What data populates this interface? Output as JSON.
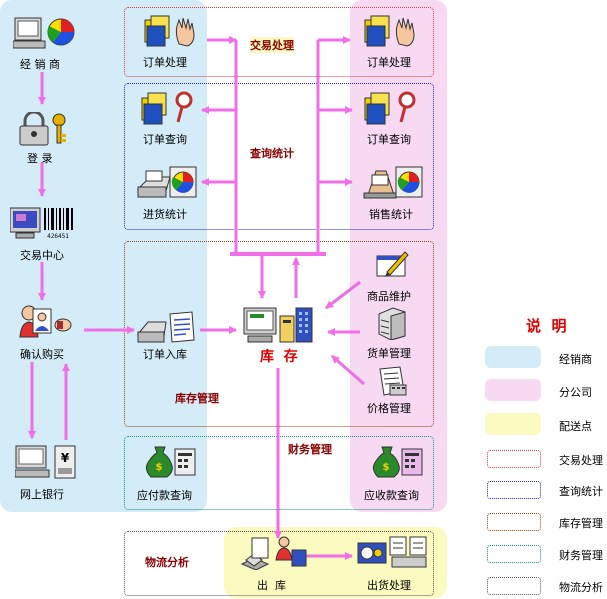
{
  "colors": {
    "dealer_bg": "#d4ecf7",
    "branch_bg": "#f7d9f2",
    "delivery_bg": "#fbfac0",
    "arrow": "#f06ee6",
    "trade": "#e03a3a",
    "query": "#2222cc",
    "inventory": "#8b4513",
    "finance": "#1a8a8a",
    "logistics": "#555555",
    "title_red": "#e00000"
  },
  "dealer": {
    "dealer_label": "经 销 商",
    "login_label": "登 录",
    "trade_center_label": "交易中心",
    "confirm_buy_label": "确认购买",
    "online_bank_label": "网上银行"
  },
  "sections": {
    "trade": "交易处理",
    "query": "查询统计",
    "inventory": "库存管理",
    "finance": "财务管理",
    "logistics": "物流分析"
  },
  "modules": {
    "order_process_left": "订单处理",
    "order_process_right": "订单处理",
    "order_query_left": "订单查询",
    "order_query_right": "订单查询",
    "purchase_stats": "进货统计",
    "sales_stats": "销售统计",
    "order_stock_in": "订单入库",
    "inventory": "库  存",
    "goods_maint": "商品维护",
    "cargo_mgmt": "货单管理",
    "price_mgmt": "价格管理",
    "payable_query": "应付款查询",
    "receivable_query": "应收款查询",
    "stock_out": "出  库",
    "shipping": "出货处理"
  },
  "legend": {
    "title": "说  明",
    "dealer": "经销商",
    "branch": "分公司",
    "delivery": "配送点",
    "trade": "交易处理",
    "query": "查询统计",
    "inventory": "库存管理",
    "finance": "财务管理",
    "logistics": "物流分析"
  },
  "icons": [
    "monitor-chart-icon",
    "padlock-key-icon",
    "barcode-monitor-icon",
    "people-card-icon",
    "bank-terminal-icon",
    "documents-hand-icon",
    "documents-magnifier-icon",
    "printer-chart-icon",
    "printer-doc-icon",
    "monitor-server-icon",
    "pen-board-icon",
    "cabinet-icon",
    "price-sheet-icon",
    "money-bag-icon",
    "truck-shipping-icon"
  ]
}
